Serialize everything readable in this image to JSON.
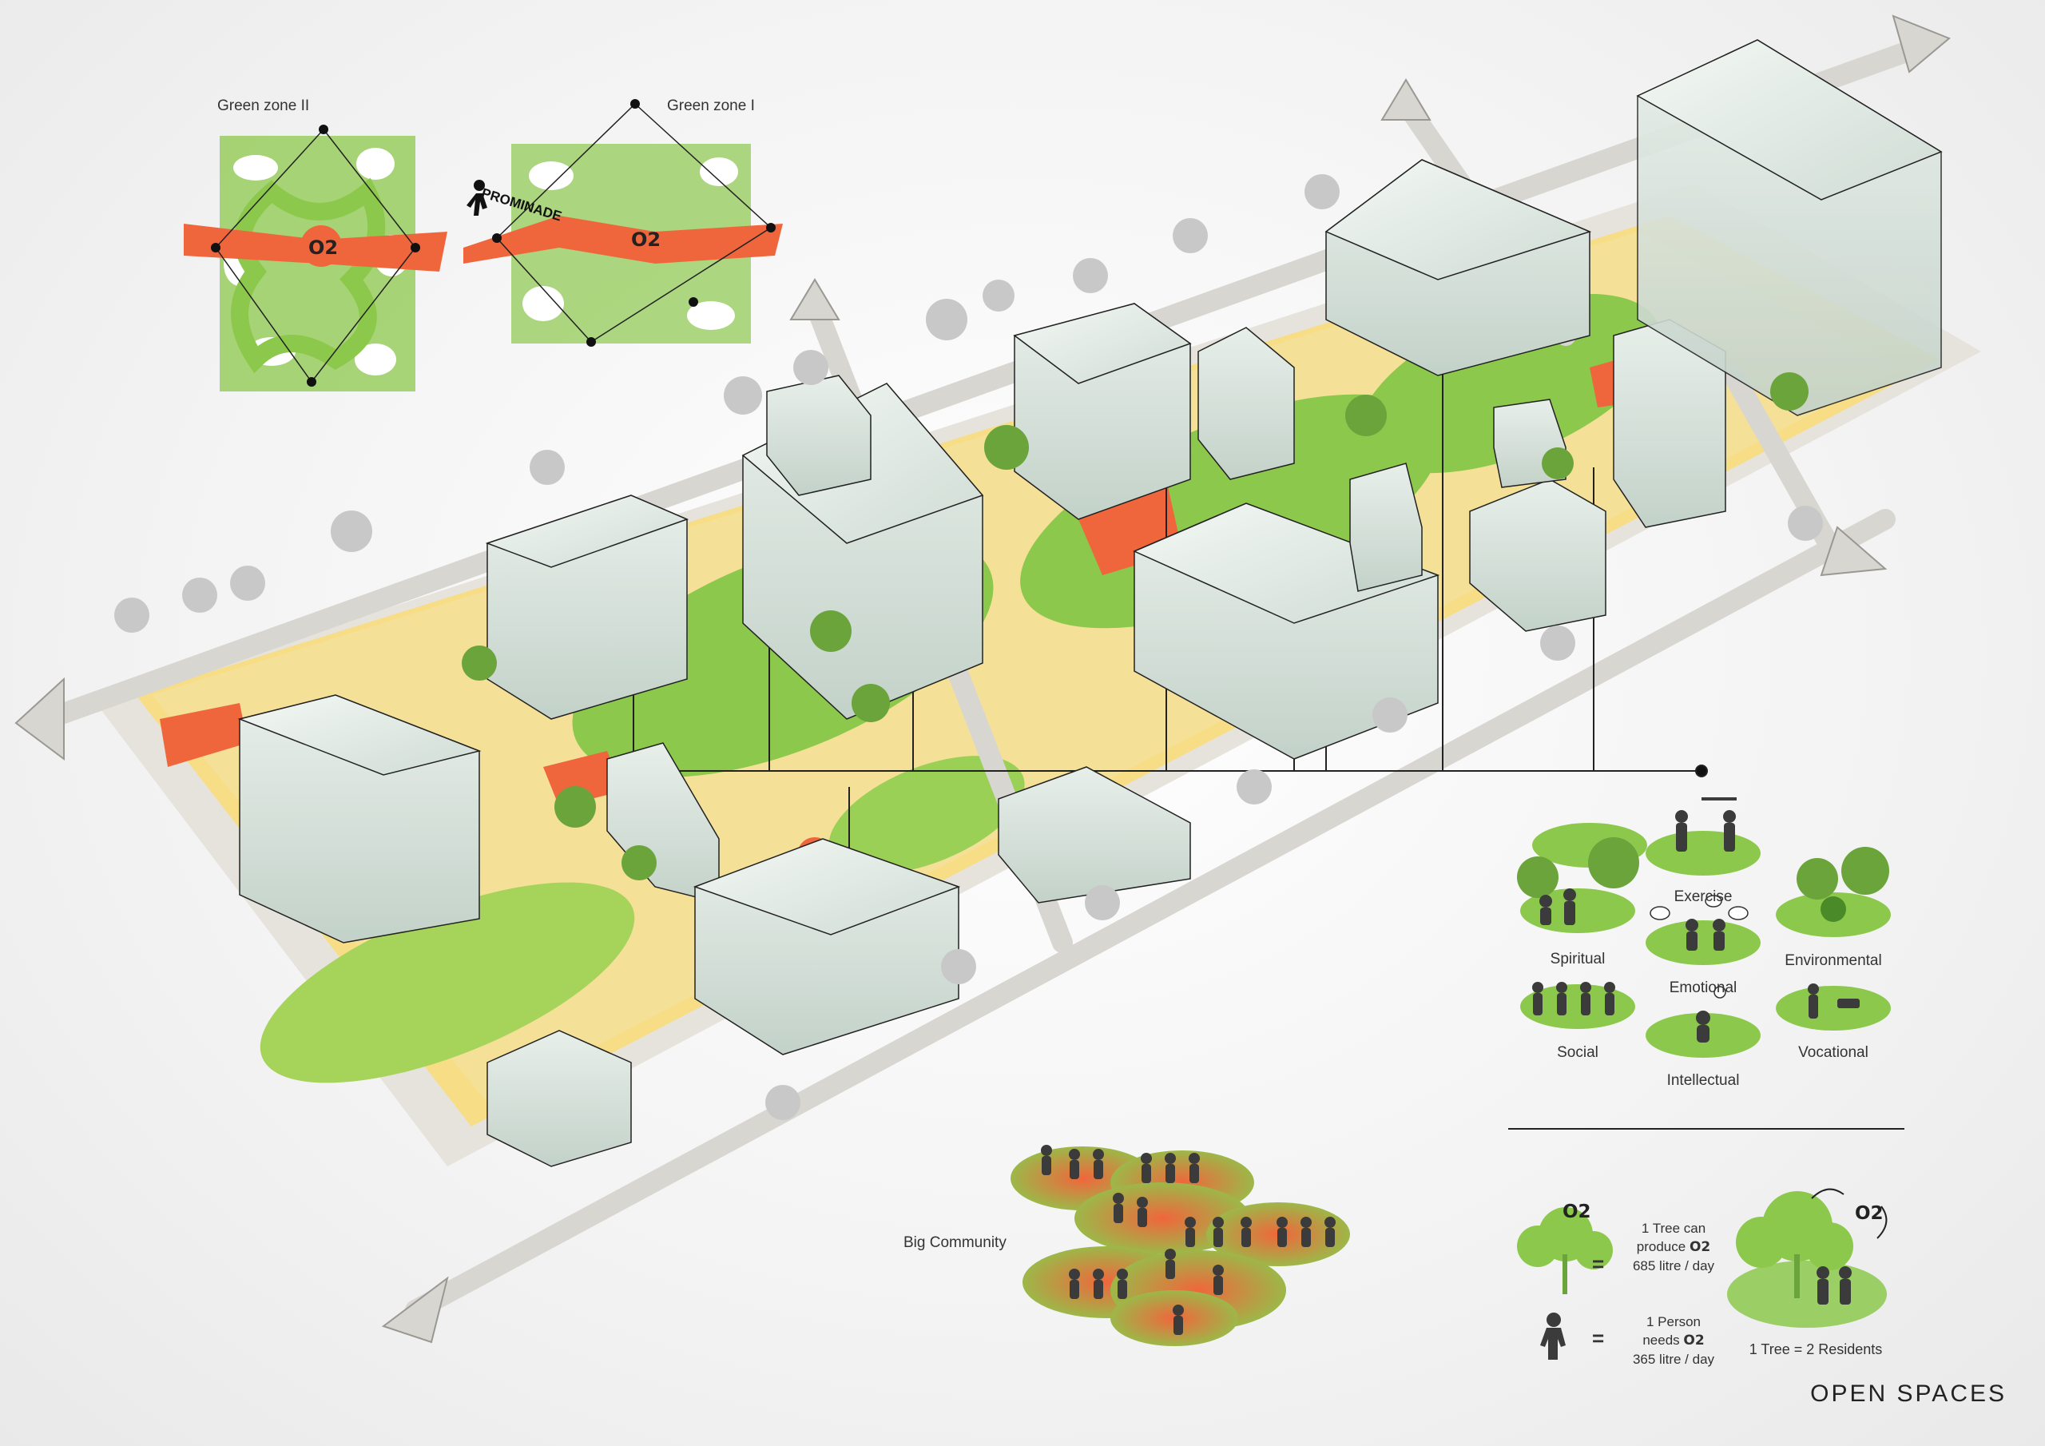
{
  "title": "OPEN SPACES",
  "zones": {
    "zone2": {
      "label": "Green zone II",
      "o2": "O2"
    },
    "zone1": {
      "label": "Green zone I",
      "o2": "O2",
      "promenade": "PROMINADE"
    }
  },
  "activities": {
    "exercise": "Exercise",
    "spiritual": "Spiritual",
    "environmental": "Environmental",
    "emotional": "Emotional",
    "social": "Social",
    "vocational": "Vocational",
    "intellectual": "Intellectual"
  },
  "community": {
    "label": "Big Community"
  },
  "oxygen": {
    "o2_label": "O2",
    "tree_line1": "1 Tree can",
    "tree_line2": "produce",
    "tree_line3": "685 litre / day",
    "person_line1": "1 Person",
    "person_line2": "needs",
    "person_line3": "365 litre / day",
    "equals": "=",
    "ratio": "1 Tree = 2 Residents"
  },
  "colors": {
    "green": "#8cc84b",
    "dark_green": "#5aa02c",
    "orange": "#f0663c",
    "yellow": "#f6d77a",
    "road": "#d9d7d2",
    "building": "#e3ebe6",
    "figure": "#3b3b3b"
  }
}
